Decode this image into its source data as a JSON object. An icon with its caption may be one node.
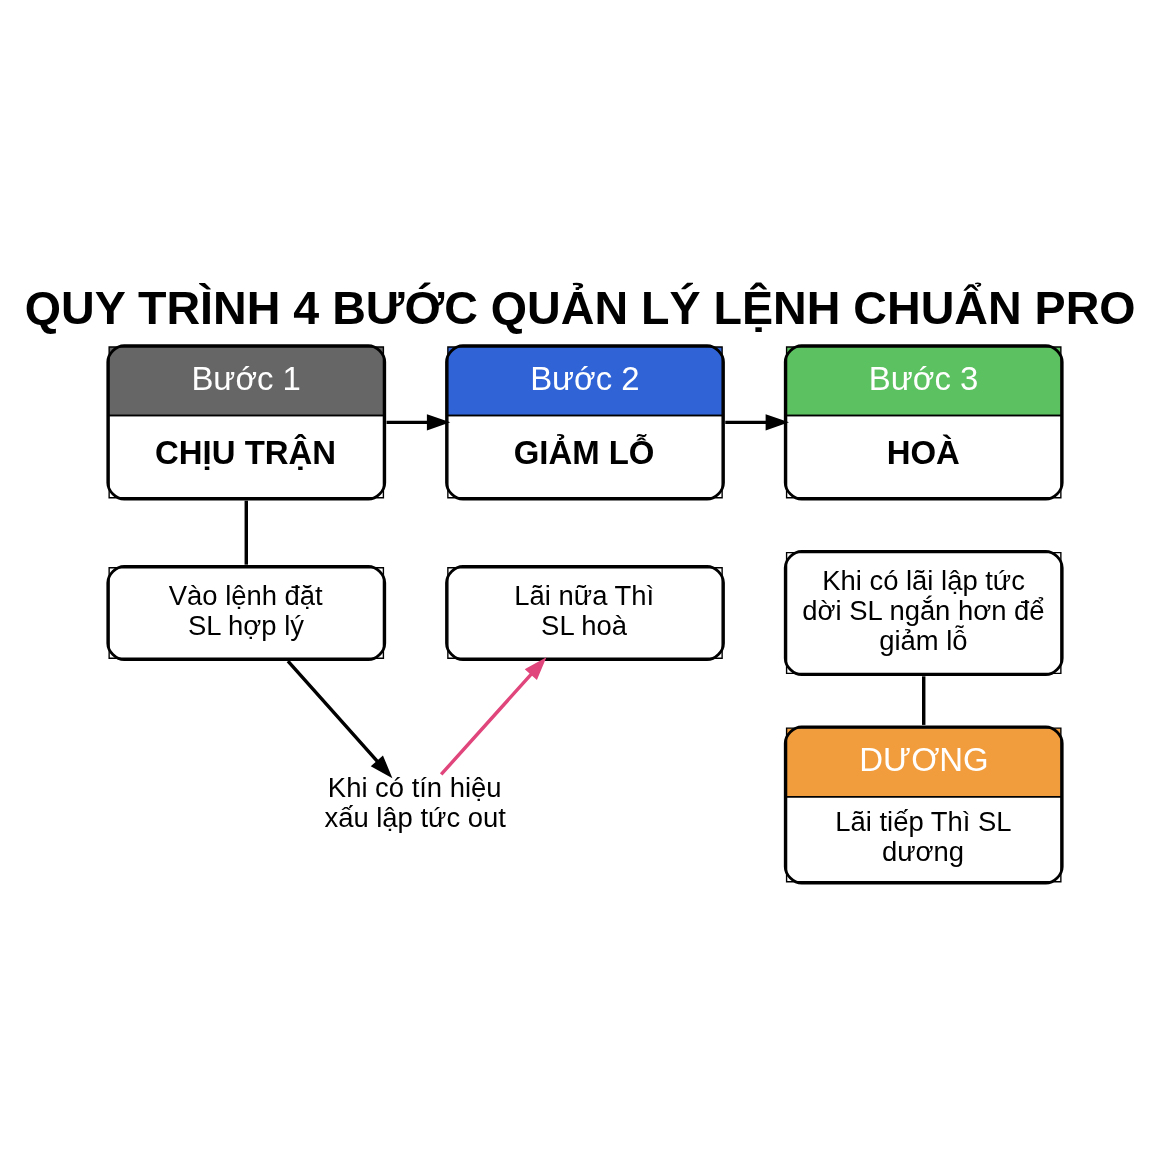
{
  "diagram": {
    "title": "QUY TRÌNH 4 BƯỚC QUẢN LÝ LỆNH CHUẨN PRO",
    "nodes": [
      {
        "text": [
          "Bước 1",
          "CHỊU TRẬN"
        ]
      },
      {
        "text": [
          "Bước 2",
          "GIẢM LỖ"
        ]
      },
      {
        "text": [
          "Bước 3",
          "HOÀ"
        ]
      },
      {
        "text": [
          "Vào lệnh đặt SL hợp lý"
        ]
      },
      {
        "text": [
          "Khi có lãi lập tức dời SL ngắn hơn để giảm lỗ"
        ]
      },
      {
        "text": [
          "DƯƠNG",
          "Lãi tiếp Thì SL dương"
        ]
      },
      {
        "text": [
          "Lãi nữa Thì SL hoà"
        ]
      },
      {
        "text": [
          "Khi có tín hiệu xấu lập tức out"
        ]
      }
    ],
    "edges": [
      {
        "from": 0,
        "to": 1,
        "arrow": "to"
      },
      {
        "from": 1,
        "to": 2,
        "arrow": "to"
      },
      {
        "from": 0,
        "to": 3,
        "arrow": "none"
      },
      {
        "from": 4,
        "to": 5,
        "arrow": "none"
      },
      {
        "from": 3,
        "to": 7,
        "arrow": "to"
      },
      {
        "from": 7,
        "to": 6,
        "arrow": "to",
        "color": "#e0457b"
      }
    ]
  }
}
